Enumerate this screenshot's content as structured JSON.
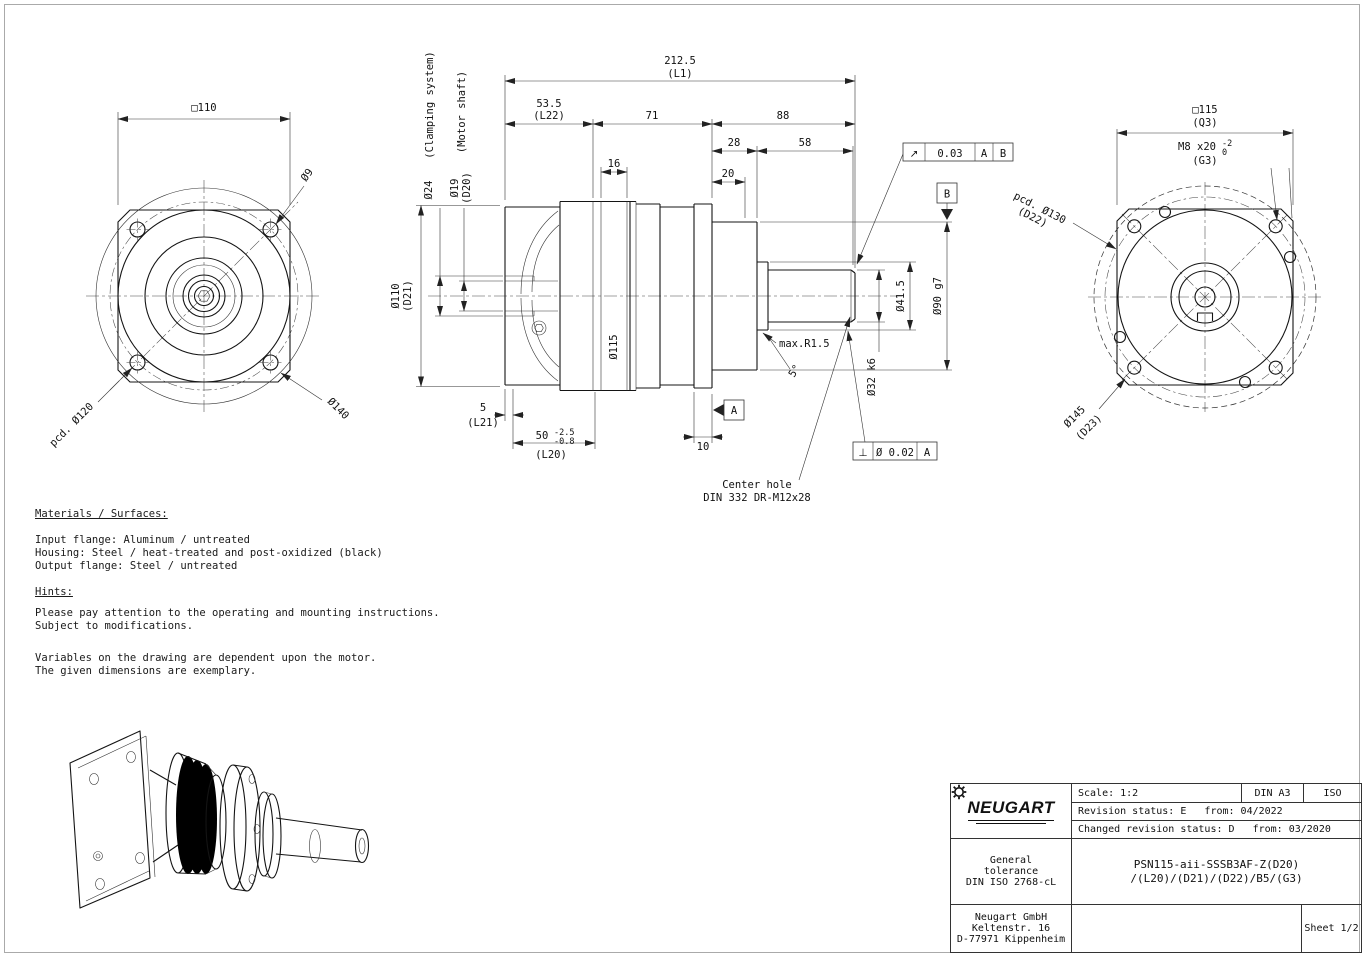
{
  "front_view": {
    "dim_square": "□110",
    "hole_label": "Ø9",
    "pcd_label": "pcd. Ø120",
    "od_label": "Ø140"
  },
  "section_view": {
    "dim_l1": "212.5",
    "ref_l1": "(L1)",
    "dim_l22": "53.5",
    "ref_l22": "(L22)",
    "dim_71": "71",
    "dim_88": "88",
    "dim_28": "28",
    "dim_58": "58",
    "dim_16": "16",
    "dim_20": "20",
    "label_clamping": "(Clamping system)",
    "label_motor_shaft": "(Motor shaft)",
    "dim_d24": "Ø24",
    "dim_d19": "Ø19",
    "ref_d20": "(D20)",
    "dim_d110": "Ø110",
    "ref_d21": "(D21)",
    "dim_d115": "Ø115",
    "dim_d41": "Ø41.5",
    "dim_d90": "Ø90 g7",
    "dim_d32": "Ø32 k6",
    "label_max_r": "max.R1.5",
    "label_angle": "5°",
    "center_hole_line1": "Center hole",
    "center_hole_line2": "DIN 332 DR-M12x28",
    "dim_l21": "5",
    "ref_l21": "(L21)",
    "dim_l20": "50",
    "tol_l20_upper": "-2.5",
    "tol_l20_lower": "-0.8",
    "ref_l20": "(L20)",
    "dim_10": "10",
    "gdt_runout_symbol": "↗",
    "gdt_runout_value": "0.03",
    "gdt_runout_datum_a": "A",
    "gdt_runout_datum_b": "B",
    "datum_a": "A",
    "datum_b": "B",
    "gdt_perp_symbol": "⊥",
    "gdt_perp_value": "Ø 0.02",
    "gdt_perp_datum": "A"
  },
  "rear_view": {
    "dim_square": "□115",
    "ref_q3": "(Q3)",
    "thread_label": "M8 x20",
    "thread_tol_upper": "-2",
    "thread_tol_lower": "0",
    "ref_g3": "(G3)",
    "pcd_label": "pcd. Ø130",
    "ref_d22": "(D22)",
    "od_label": "Ø145",
    "ref_d23": "(D23)"
  },
  "notes": {
    "materials_title": "Materials / Surfaces:",
    "materials_line1": "Input flange: Aluminum / untreated",
    "materials_line2": "Housing: Steel / heat-treated and post-oxidized (black)",
    "materials_line3": "Output flange: Steel / untreated",
    "hints_title": "Hints:",
    "hints_line1": "Please pay attention to the operating and mounting instructions.",
    "hints_line2": "Subject to modifications.",
    "variables_line1": "Variables on the drawing are dependent upon the motor.",
    "variables_line2": "The given dimensions are exemplary."
  },
  "title_block": {
    "logo_text": "NEUGART",
    "scale_label": "Scale: 1:2",
    "format_label": "DIN A3",
    "standard_label": "ISO",
    "revision_label": "Revision status: E   from: 04/2022",
    "changed_revision_label": "Changed revision status: D   from: 03/2020",
    "tolerance_line1": "General",
    "tolerance_line2": "tolerance",
    "tolerance_line3": "DIN ISO 2768-cL",
    "part_number_line1": "PSN115-aii-SSSB3AF-Z(D20)",
    "part_number_line2": "/(L20)/(D21)/(D22)/B5/(G3)",
    "company_line1": "Neugart GmbH",
    "company_line2": "Keltenstr. 16",
    "company_line3": "D-77971 Kippenheim",
    "sheet_label": "Sheet 1/2"
  }
}
